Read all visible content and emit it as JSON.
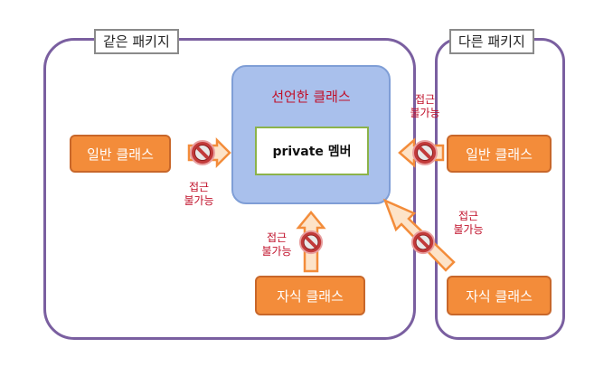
{
  "packages": {
    "same": {
      "label": "같은 패키지"
    },
    "other": {
      "label": "다른 패키지"
    }
  },
  "declaring_class": {
    "title": "선언한 클래스",
    "member": "private 멤버"
  },
  "classes": {
    "same_general": "일반 클래스",
    "same_child": "자식 클래스",
    "other_general": "일반 클래스",
    "other_child": "자식 클래스"
  },
  "notes": {
    "no_access_line1": "접근",
    "no_access_line2": "불가능"
  },
  "colors": {
    "package_border": "#7a5fa0",
    "class_fill": "#f38c3a",
    "declaring_fill": "#a9c0ec",
    "member_border": "#8cb34a",
    "note_text": "#c0102a"
  }
}
